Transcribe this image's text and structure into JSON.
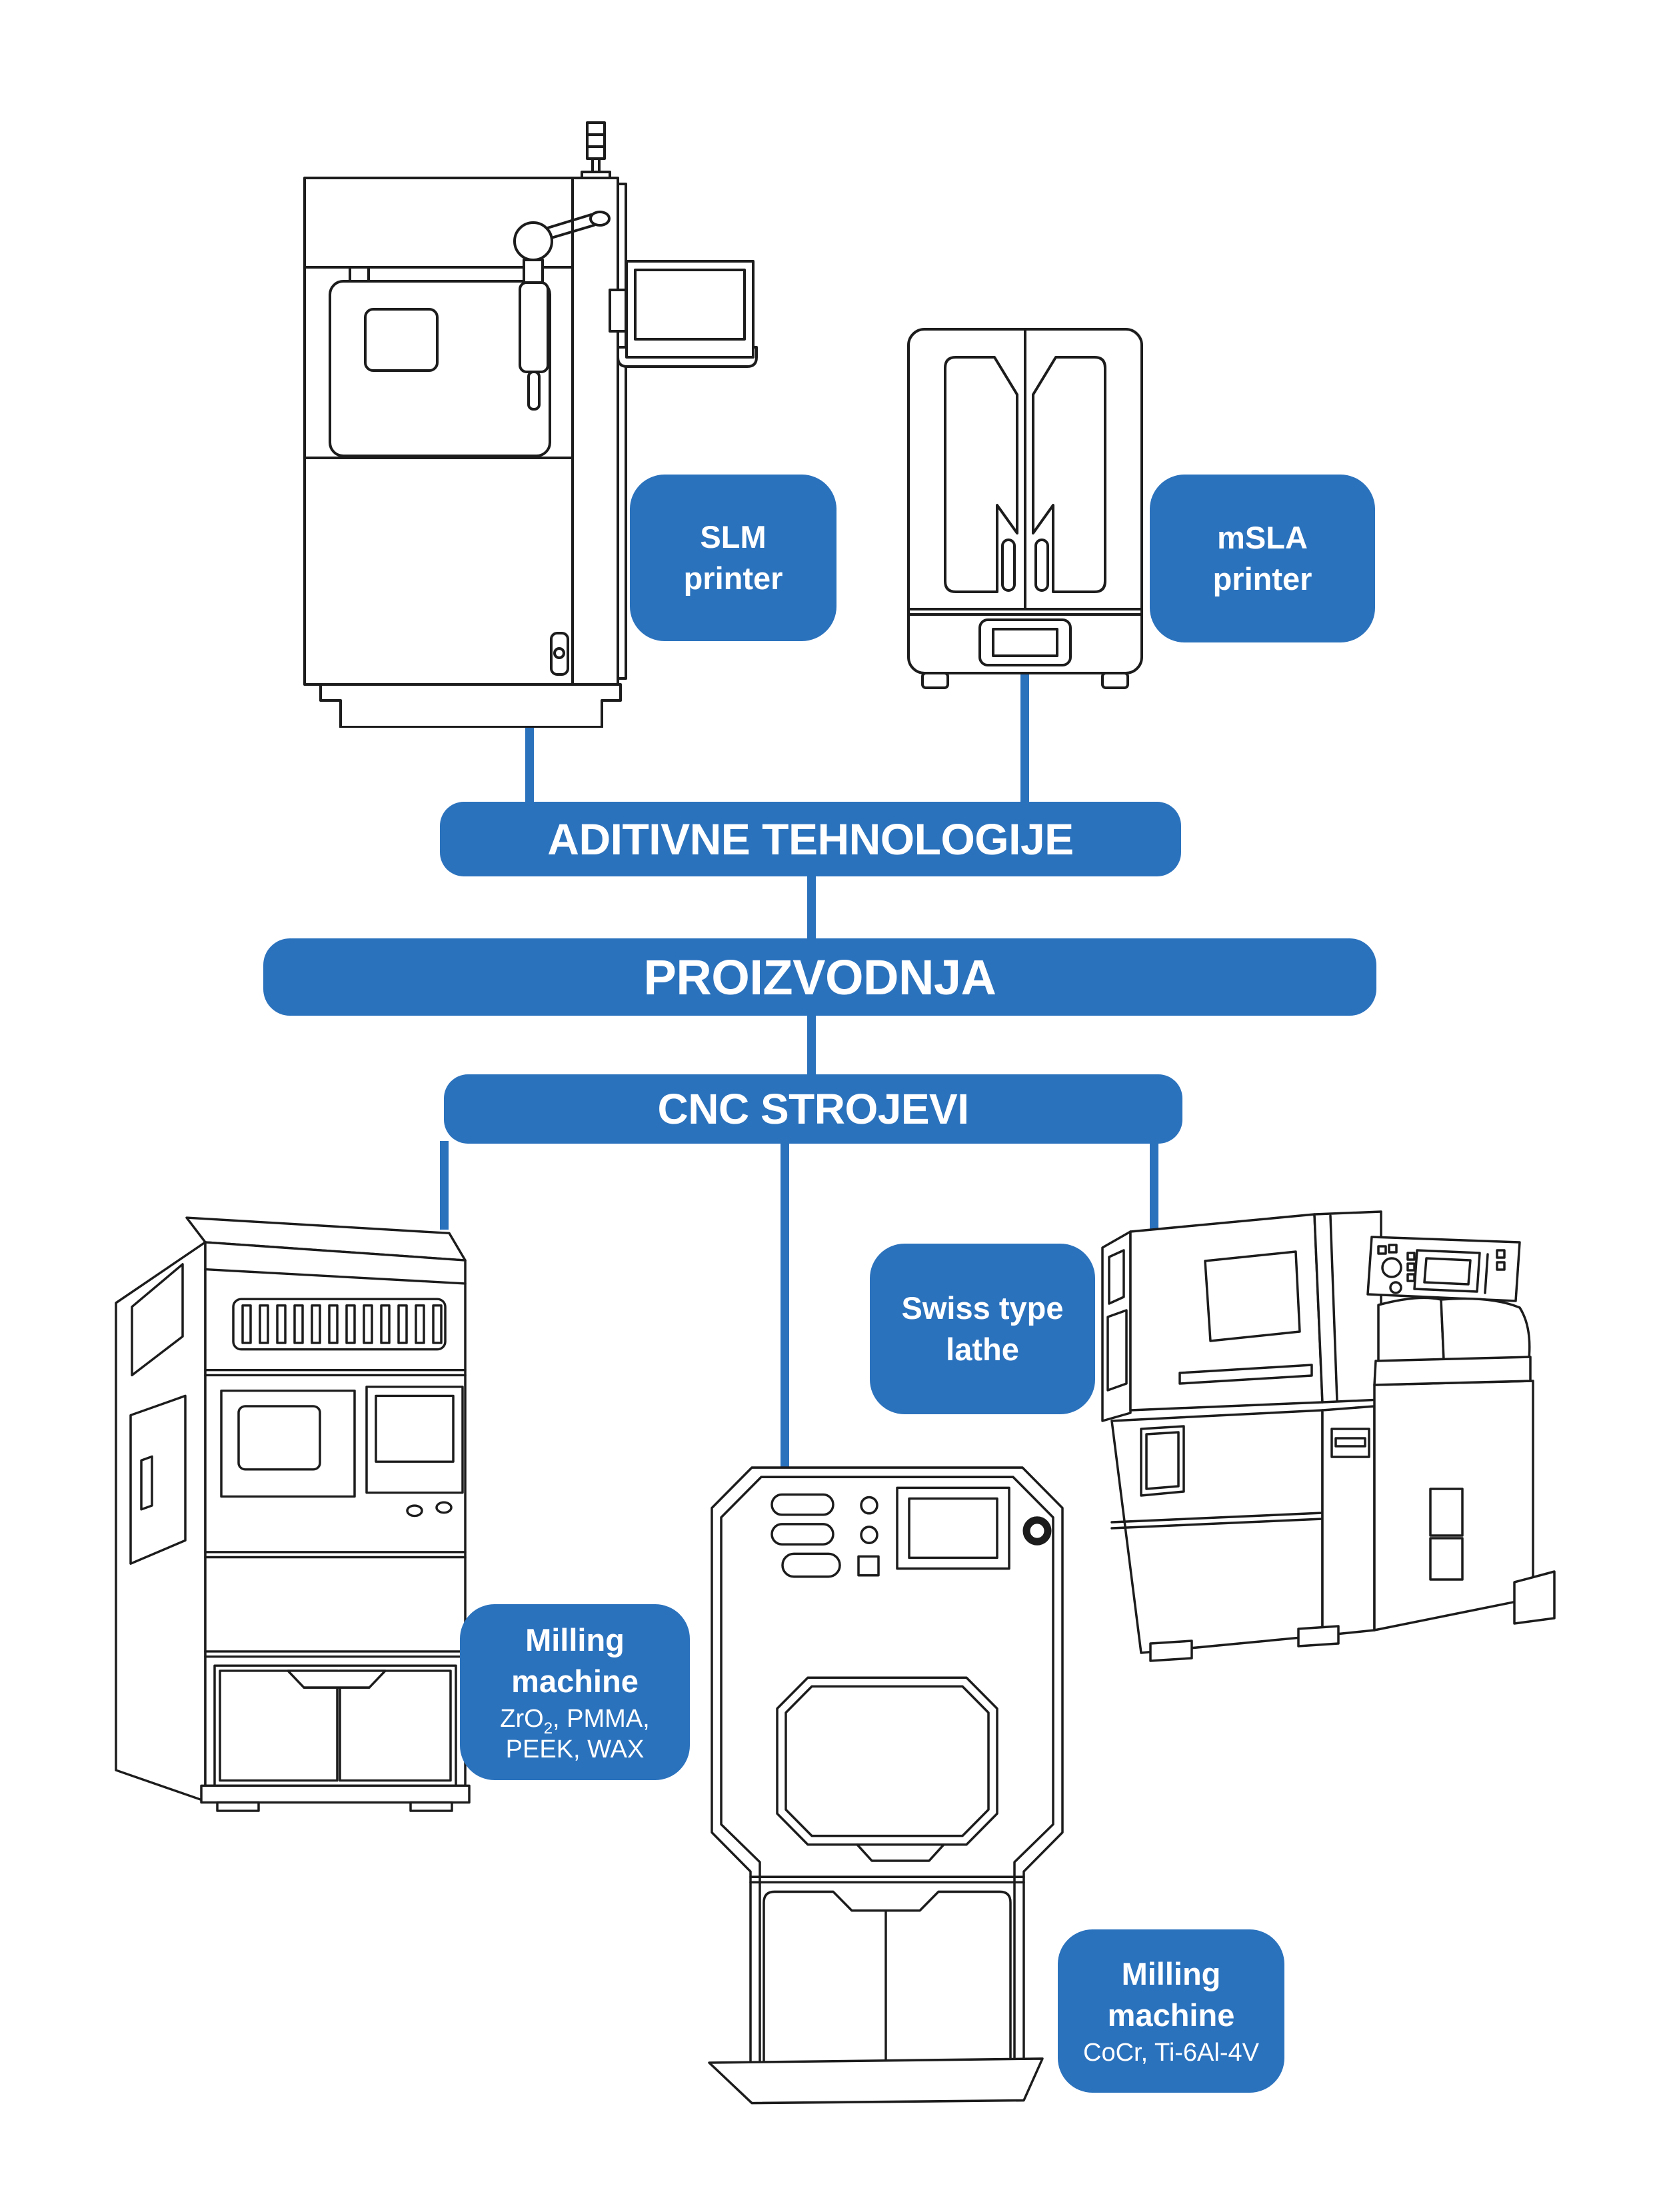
{
  "colors": {
    "accent": "#2b72bd",
    "line_art": "#1c1c1c",
    "text_on_accent": "#ffffff",
    "background": "#ffffff"
  },
  "flow": {
    "additive_label": "ADITIVNE TEHNOLOGIJE",
    "production_label": "PROIZVODNJA",
    "cnc_label": "CNC STROJEVI"
  },
  "machine_labels": {
    "slm": {
      "line1": "SLM",
      "line2": "printer"
    },
    "msla": {
      "line1": "mSLA",
      "line2": "printer"
    },
    "swiss": {
      "line1": "Swiss type",
      "line2": "lathe"
    },
    "milling_zro2": {
      "line1": "Milling",
      "line2": "machine",
      "materials_base": "ZrO",
      "materials_sub": "2",
      "materials_rest": ", PMMA,",
      "materials_line2": "PEEK, WAX"
    },
    "milling_cocr": {
      "line1": "Milling",
      "line2": "machine",
      "materials": "CoCr, Ti-6Al-4V"
    }
  }
}
